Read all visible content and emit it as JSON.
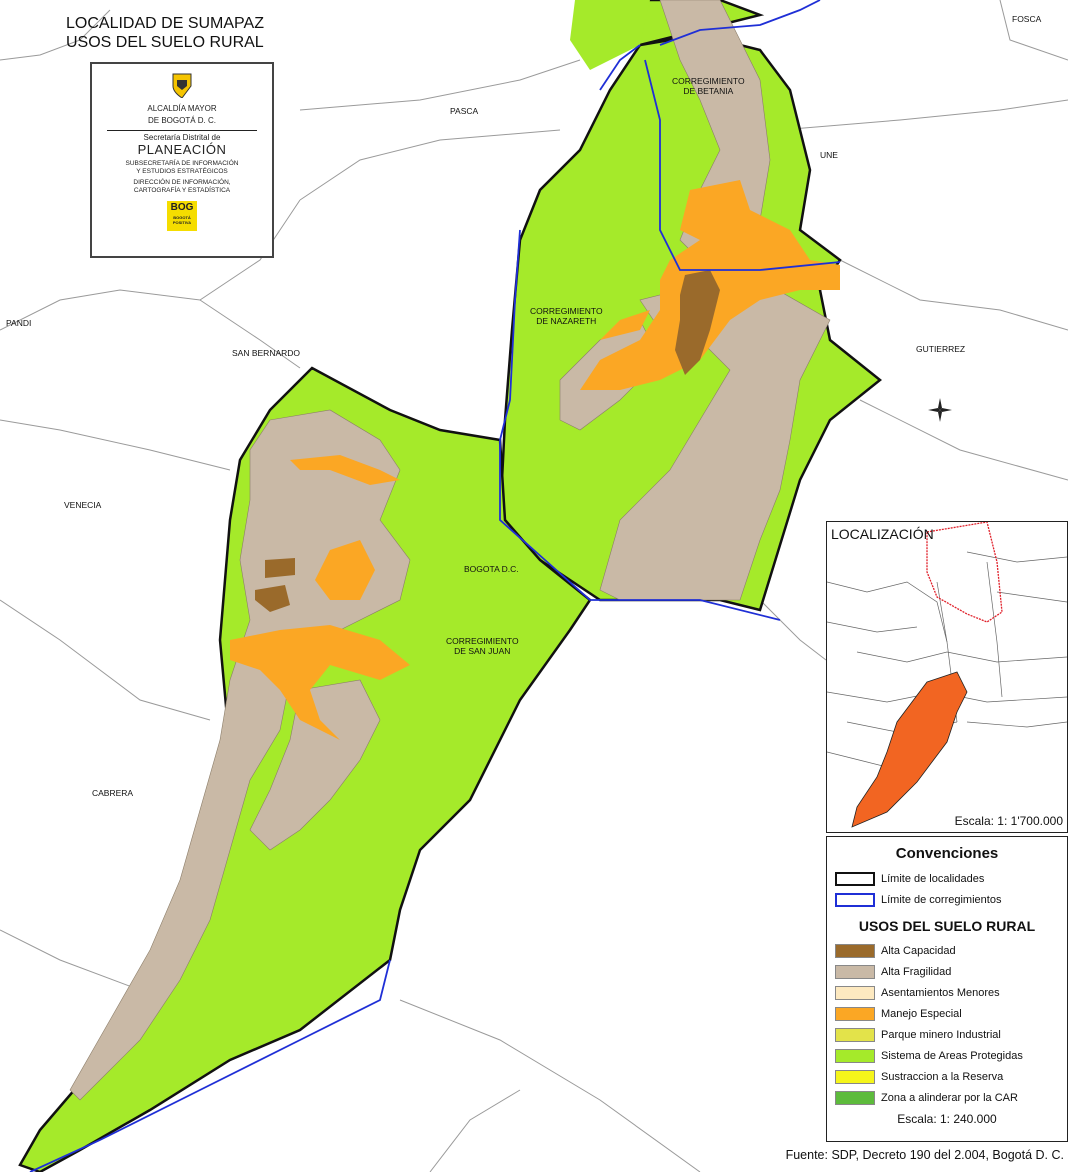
{
  "map_title_line1": "LOCALIDAD DE SUMAPAZ",
  "map_title_line2": "USOS DEL SUELO RURAL",
  "logo": {
    "alcaldia_line1": "ALCALDÍA MAYOR",
    "alcaldia_line2": "DE BOGOTÁ D. C.",
    "secretaria": "Secretaría Distrital de",
    "planeacion": "PLANEACIÓN",
    "sub_line1": "SUBSECRETARÍA DE INFORMACIÓN",
    "sub_line2": "Y ESTUDIOS ESTRATÉGICOS",
    "dir_line1": "DIRECCIÓN DE INFORMACIÓN,",
    "dir_line2": "CARTOGRAFÍA Y ESTADÍSTICA",
    "bog_text": "BOG",
    "bog_sub": "BOGOTÁ POSITIVA"
  },
  "place_labels": {
    "fosca": "FOSCA",
    "pasca": "PASCA",
    "une": "UNE",
    "pandi": "PANDI",
    "san_bernardo": "SAN BERNARDO",
    "gutierrez": "GUTIERREZ",
    "venecia": "VENECIA",
    "cabrera": "CABRERA",
    "bogota": "BOGOTA D.C.",
    "betania_1": "CORREGIMIENTO",
    "betania_2": "DE BETANIA",
    "nazareth_1": "CORREGIMIENTO",
    "nazareth_2": "DE NAZARETH",
    "sanjuan_1": "CORREGIMIENTO",
    "sanjuan_2": "DE SAN JUAN"
  },
  "inset": {
    "title": "LOCALIZACIÓN",
    "scale": "Escala: 1: 1'700.000"
  },
  "legend": {
    "convenciones_title": "Convenciones",
    "limite_localidades": "Límite de localidades",
    "limite_corregimientos": "Límite de corregimientos",
    "usos_title": "USOS DEL SUELO RURAL",
    "items": [
      {
        "label": "Alta Capacidad",
        "color": "#9a6a2b"
      },
      {
        "label": "Alta Fragilidad",
        "color": "#c9b9a6"
      },
      {
        "label": "Asentamientos Menores",
        "color": "#fde9c0"
      },
      {
        "label": "Manejo Especial",
        "color": "#fba724"
      },
      {
        "label": "Parque minero Industrial",
        "color": "#e3e34a"
      },
      {
        "label": "Sistema de Areas Protegidas",
        "color": "#a5ea2a"
      },
      {
        "label": "Sustraccion a la Reserva",
        "color": "#f5f51a"
      },
      {
        "label": "Zona a alinderar por la CAR",
        "color": "#5dbb3c"
      }
    ],
    "scale": "Escala: 1: 240.000"
  },
  "source": "Fuente: SDP, Decreto 190 del 2.004, Bogotá D. C.",
  "colors": {
    "protected_green": "#a5ea2a",
    "fragility_tan": "#c9b9a6",
    "special_orange": "#fba724",
    "capacity_brown": "#9a6a2b",
    "localidad_border": "#111111",
    "corregimiento_border": "#1f2fd6",
    "inset_highlight": "#f26522"
  }
}
